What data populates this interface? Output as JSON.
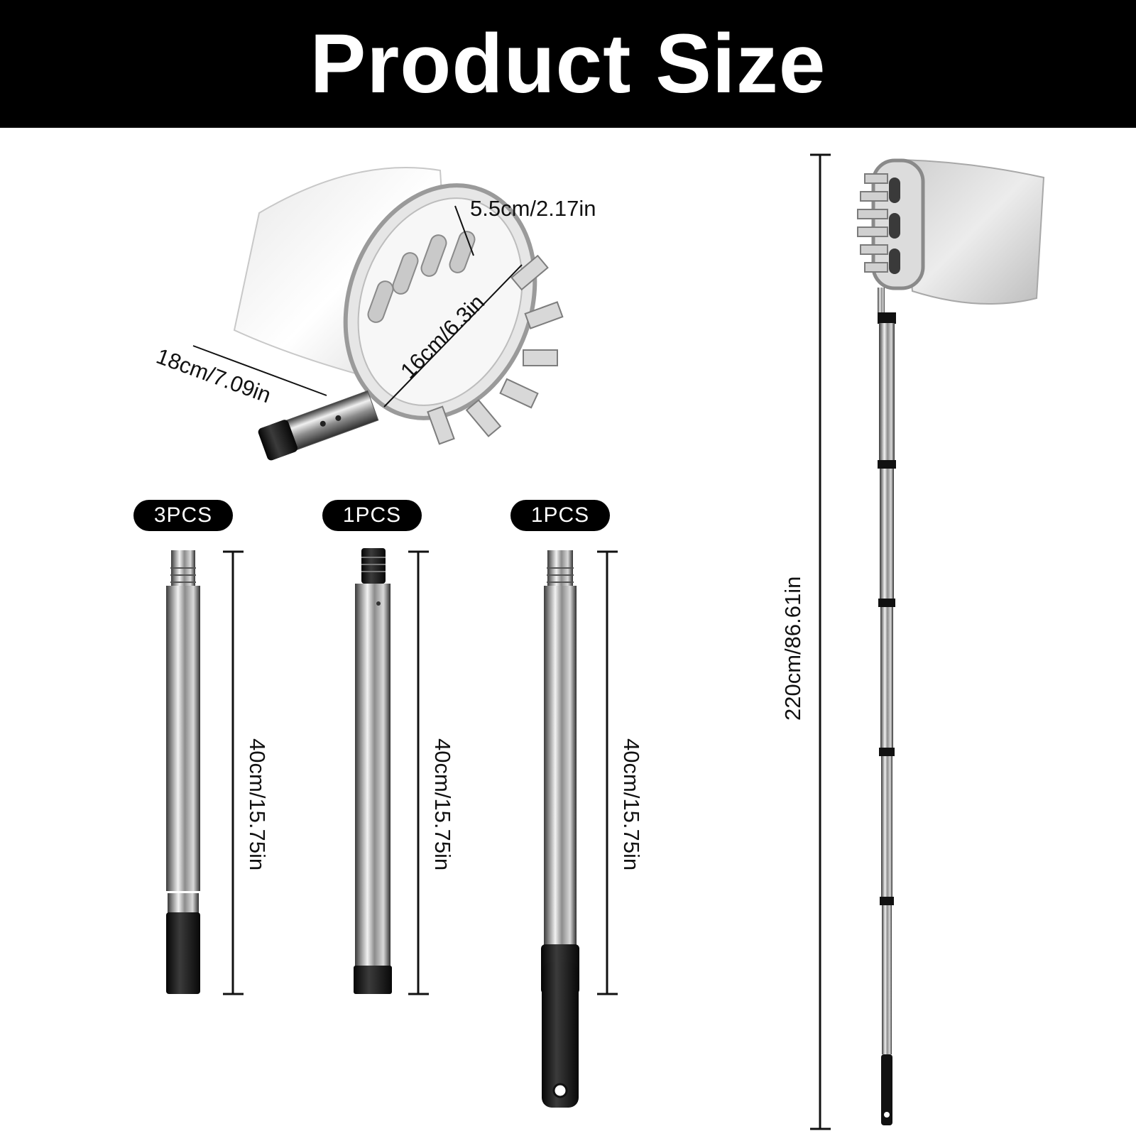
{
  "header": {
    "title": "Product Size"
  },
  "head_dimensions": {
    "depth": "5.5cm/2.17in",
    "diameter": "16cm/6.3in",
    "length": "18cm/7.09in"
  },
  "poles": [
    {
      "quantity": "3PCS",
      "length": "40cm/15.75in"
    },
    {
      "quantity": "1PCS",
      "length": "40cm/15.75in"
    },
    {
      "quantity": "1PCS",
      "length": "40cm/15.75in"
    }
  ],
  "assembled": {
    "length": "220cm/86.61in"
  },
  "colors": {
    "header_bg": "#000000",
    "header_text": "#ffffff",
    "badge_bg": "#000000"
  }
}
